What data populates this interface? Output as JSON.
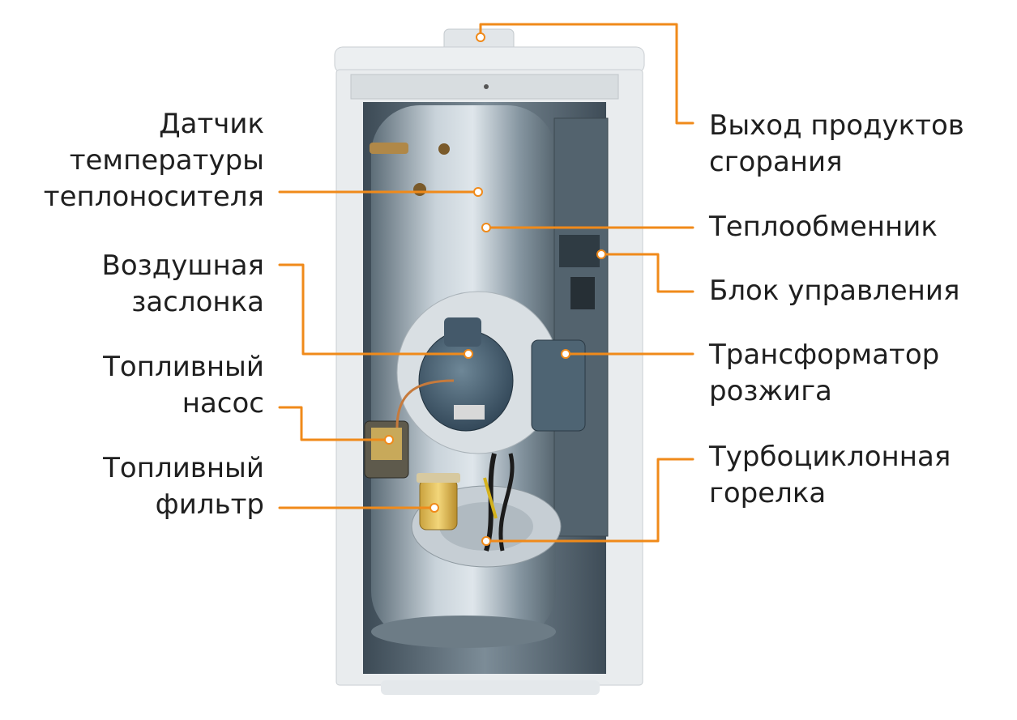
{
  "colors": {
    "leader_line": "#f08a1a",
    "text": "#1f1f1f",
    "casing": "#e7eaec",
    "interior": "#6f7f8b",
    "burner": "#4f6675",
    "background": "#ffffff"
  },
  "labels": {
    "left": [
      {
        "id": "sensor",
        "lines": [
          "Датчик",
          "температуры",
          "теплоносителя"
        ]
      },
      {
        "id": "air_damper",
        "lines": [
          "Воздушная",
          "заслонка"
        ]
      },
      {
        "id": "fuel_pump",
        "lines": [
          "Топливный",
          "насос"
        ]
      },
      {
        "id": "fuel_filter",
        "lines": [
          "Топливный",
          "фильтр"
        ]
      }
    ],
    "right": [
      {
        "id": "flue_outlet",
        "lines": [
          "Выход продуктов",
          "сгорания"
        ]
      },
      {
        "id": "heat_exchanger",
        "lines": [
          "Теплообменник"
        ]
      },
      {
        "id": "control_unit",
        "lines": [
          "Блок управления"
        ]
      },
      {
        "id": "ignition_transformer",
        "lines": [
          "Трансформатор",
          "розжига"
        ]
      },
      {
        "id": "burner",
        "lines": [
          "Турбоциклонная",
          "горелка"
        ]
      }
    ]
  }
}
